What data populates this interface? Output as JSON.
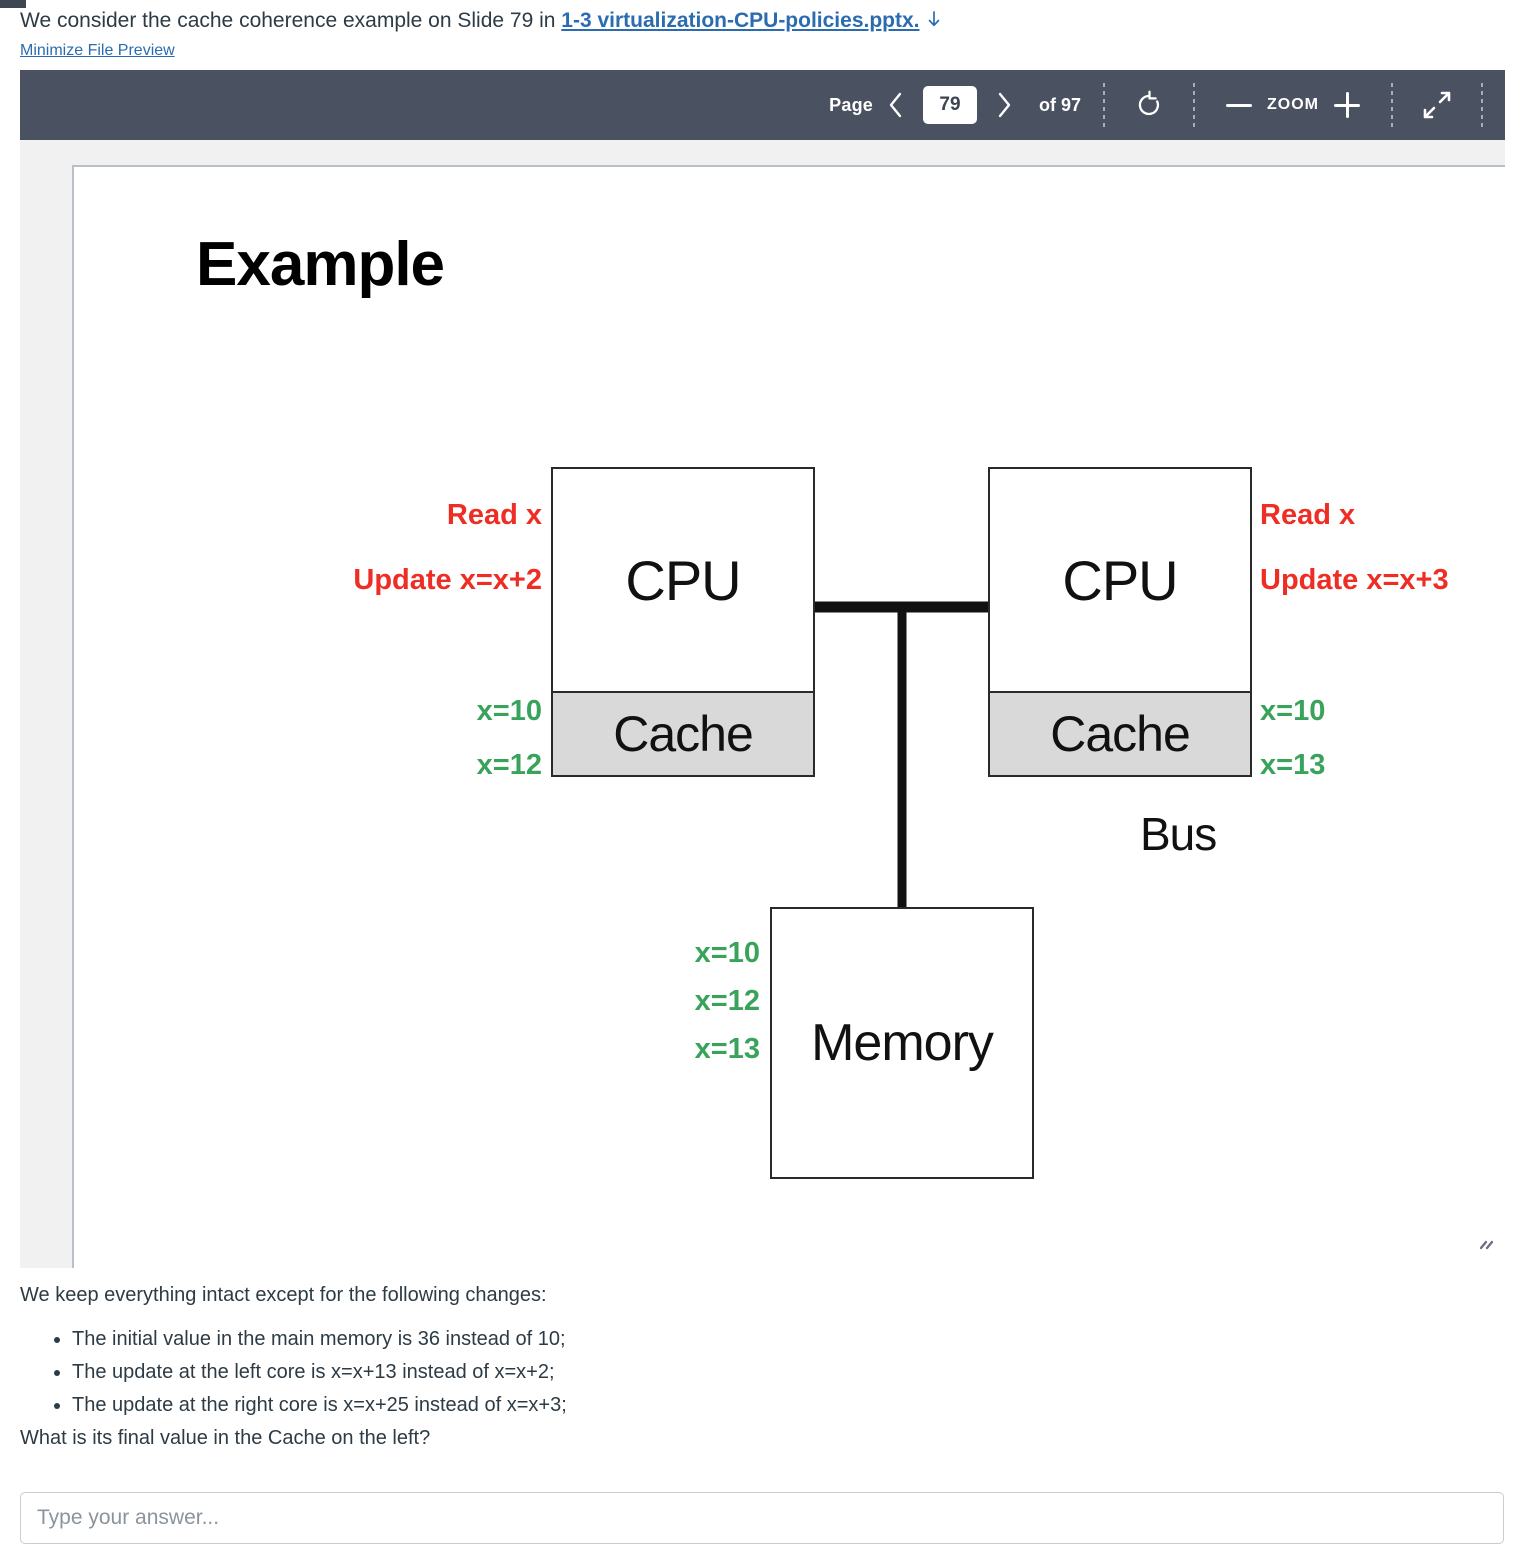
{
  "intro": {
    "prefix": "We consider the cache coherence example on Slide 79 in ",
    "file_link": "1-3 virtualization-CPU-policies.pptx.",
    "download_icon": "download-arrow-icon",
    "minimize_link": "Minimize File Preview"
  },
  "toolbar": {
    "page_label": "Page",
    "prev_icon": "chevron-left-icon",
    "next_icon": "chevron-right-icon",
    "page_number": "79",
    "of_label": "of 97",
    "rotate_icon": "rotate-icon",
    "zoom_out_icon": "minus-icon",
    "zoom_label": "ZOOM",
    "zoom_in_icon": "plus-icon",
    "fullscreen_icon": "expand-diagonal-icon",
    "bg_color": "#4a5160"
  },
  "slide": {
    "title": "Example",
    "diagram": {
      "left_core": {
        "cpu_label": "CPU",
        "cache_label": "Cache",
        "ops": [
          "Read x",
          "Update x=x+2"
        ],
        "cache_values": [
          "x=10",
          "x=12"
        ]
      },
      "right_core": {
        "cpu_label": "CPU",
        "cache_label": "Cache",
        "ops": [
          "Read x",
          "Update x=x+3"
        ],
        "cache_values": [
          "x=10",
          "x=13"
        ]
      },
      "bus_label": "Bus",
      "memory": {
        "label": "Memory",
        "values": [
          "x=10",
          "x=12",
          "x=13"
        ]
      },
      "op_color": "#ee2d24",
      "value_color": "#3aa35b",
      "cache_fill": "#d9d9d9"
    }
  },
  "question": {
    "lead": "We keep everything intact except for the following changes:",
    "changes": [
      "The initial value in the main memory is 36 instead of 10;",
      "The update at the left core is x=x+13 instead of x=x+2;",
      "The update at the right core is x=x+25 instead of x=x+3;"
    ],
    "prompt": "What is its final value in the Cache on the left?",
    "answer_placeholder": "Type your answer...",
    "answer_value": ""
  }
}
